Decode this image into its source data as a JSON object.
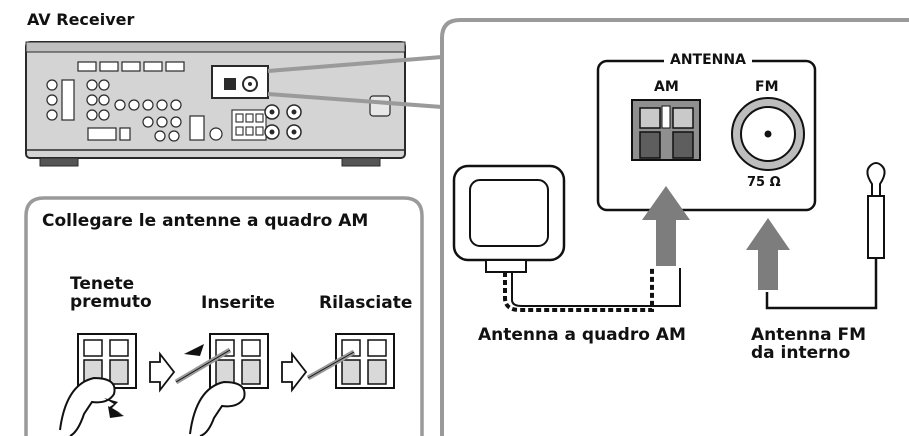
{
  "receiver": {
    "title": "AV Receiver"
  },
  "inset": {
    "title": "Collegare le antenne a quadro AM",
    "steps": [
      {
        "label": "Tenete\npremuto"
      },
      {
        "label": "Inserite"
      },
      {
        "label": "Rilasciate"
      }
    ]
  },
  "antenna_panel": {
    "heading": "ANTENNA",
    "am_label": "AM",
    "fm_label": "FM",
    "fm_impedance": "75 Ω"
  },
  "am_loop": {
    "label": "Antenna a quadro AM"
  },
  "fm_indoor": {
    "label": "Antenna FM\nda interno"
  },
  "colors": {
    "line": "#2a2a2a",
    "panel_gray": "#8f8f8f",
    "arrow_gray": "#7d7d7d",
    "frame_gray": "#9a9a9a"
  }
}
